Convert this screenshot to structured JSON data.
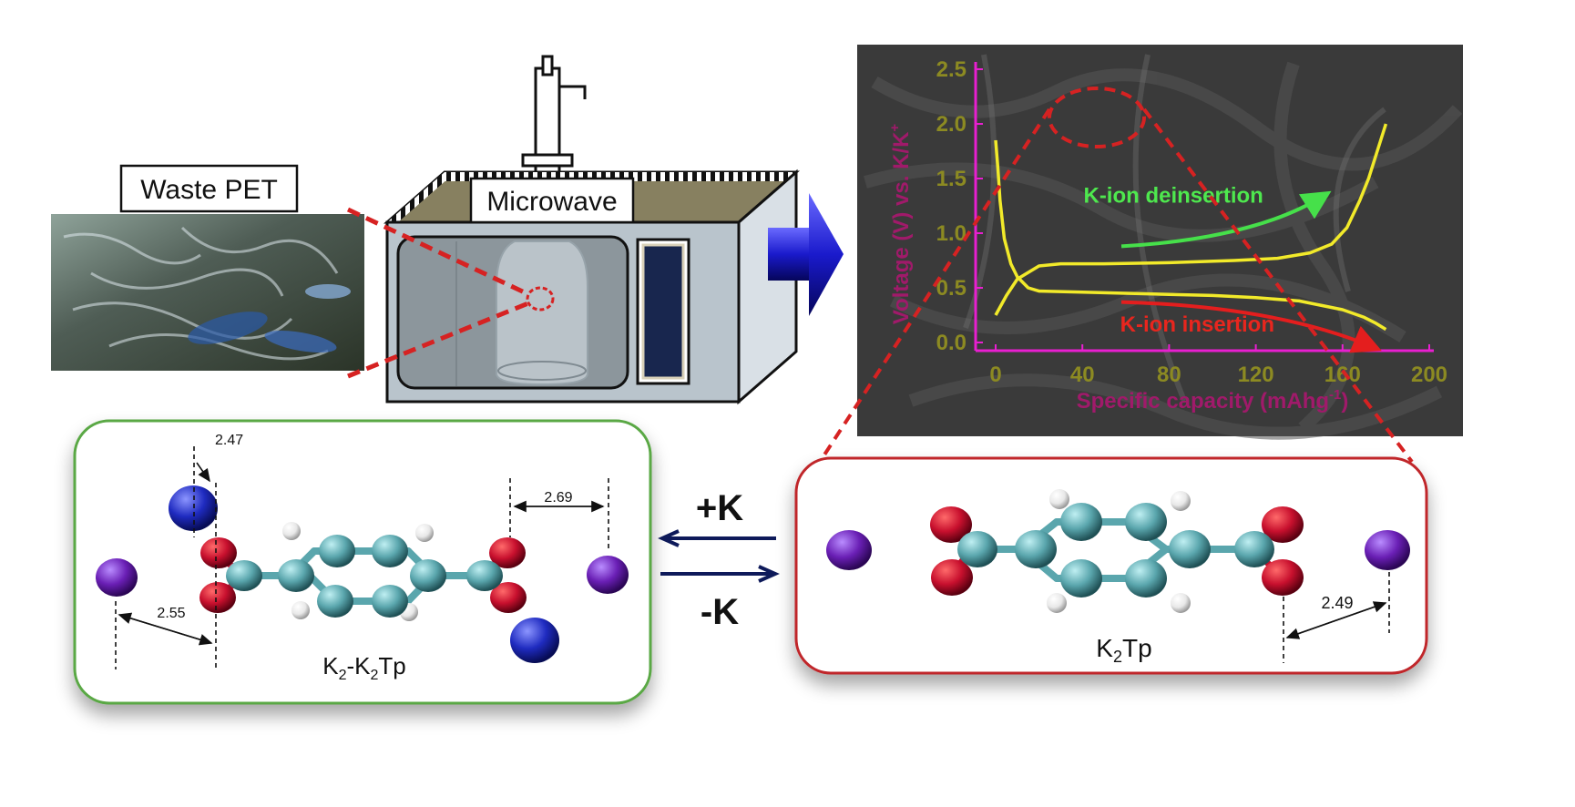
{
  "labels": {
    "waste_pet": "Waste PET",
    "microwave": "Microwave",
    "plus_k": "+K",
    "minus_k": "-K"
  },
  "left_molecule": {
    "name_main": "K",
    "name_sub1": "2",
    "name_mid": "-K",
    "name_sub2": "2",
    "name_end": "Tp",
    "dist_top": "2.47",
    "dist_right": "2.69",
    "dist_left": "2.55"
  },
  "right_molecule": {
    "name_main": "K",
    "name_sub": "2",
    "name_end": "Tp",
    "dist": "2.49"
  },
  "colors": {
    "oxygen": "#c8102e",
    "carbon": "#5aa6ad",
    "hydrogen": "#f2f2f2",
    "potassium_purple": "#6a1fb5",
    "potassium_blue": "#1f2bc0",
    "green_frame": "#5aa845",
    "red_frame": "#c0282c",
    "arrow_blue": "#1a1acc"
  },
  "chart_data": {
    "type": "line",
    "xlabel": "Specific capacity (mAhg",
    "xlabel_sup": "-1",
    "xlabel_close": ")",
    "ylabel": "Voltage (V) vs. K/K",
    "ylabel_sup": "+",
    "xlim": [
      0,
      200
    ],
    "ylim": [
      0,
      2.5
    ],
    "x_ticks": [
      "0",
      "40",
      "80",
      "120",
      "160",
      "200"
    ],
    "y_ticks": [
      "0.0",
      "0.5",
      "1.0",
      "1.5",
      "2.0",
      "2.5"
    ],
    "annotations": [
      "K-ion deinsertion",
      "K-ion insertion"
    ],
    "series": [
      {
        "role": "discharge",
        "color": "#f2ea2a",
        "x": [
          0,
          1,
          2,
          4,
          7,
          10,
          15,
          20,
          40,
          60,
          80,
          100,
          120,
          140,
          160,
          170,
          175,
          180
        ],
        "y": [
          1.85,
          1.6,
          1.3,
          0.95,
          0.72,
          0.6,
          0.5,
          0.47,
          0.46,
          0.45,
          0.44,
          0.43,
          0.41,
          0.38,
          0.3,
          0.23,
          0.18,
          0.12
        ]
      },
      {
        "role": "charge",
        "color": "#f2ea2a",
        "x": [
          0,
          5,
          10,
          20,
          30,
          50,
          80,
          110,
          130,
          145,
          155,
          162,
          168,
          172,
          176,
          180
        ],
        "y": [
          0.25,
          0.43,
          0.58,
          0.7,
          0.72,
          0.72,
          0.73,
          0.75,
          0.77,
          0.82,
          0.9,
          1.05,
          1.3,
          1.5,
          1.75,
          2.0
        ]
      }
    ]
  }
}
